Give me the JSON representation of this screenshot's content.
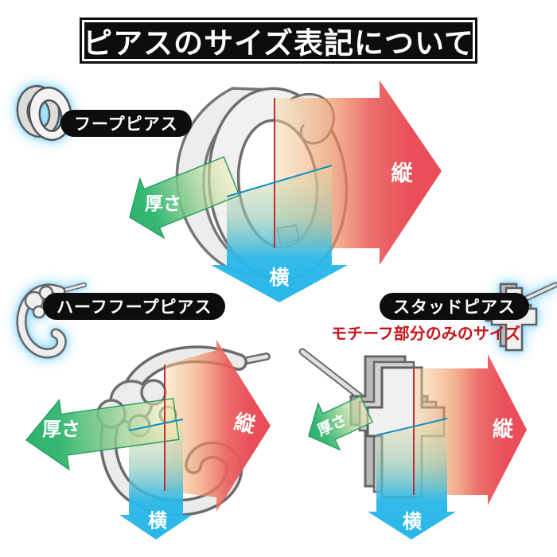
{
  "title": "ピアスのサイズ表記について",
  "dimension_labels": {
    "vertical": "縦",
    "horizontal": "横",
    "thickness": "厚さ"
  },
  "sections": [
    {
      "id": "hoop",
      "label": "フープピアス"
    },
    {
      "id": "half_hoop",
      "label": "ハーフフープピアス"
    },
    {
      "id": "stud",
      "label": "スタッドピアス",
      "note": "モチーフ部分のみのサイズ"
    }
  ],
  "colors": {
    "vertical_arrow": "#e94e59",
    "horizontal_arrow": "#29b7e8",
    "thickness_arrow": "#37b874",
    "note_text": "#c4141c",
    "banner_bg": "#0d0d0d",
    "banner_text": "#ffffff",
    "pill_bg": "#0d0d0d",
    "pill_text": "#ffffff",
    "icon_glow": "#7ed6ff",
    "metal_gray": "#ededed",
    "outline_gray": "#6a6a6a"
  }
}
